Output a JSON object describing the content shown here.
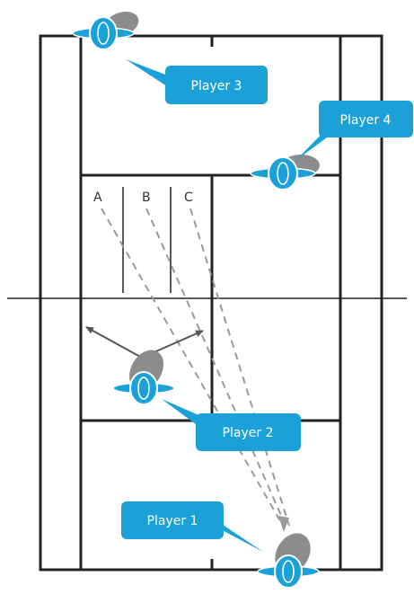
{
  "diagram": {
    "lanes": [
      {
        "letter": "A"
      },
      {
        "letter": "B"
      },
      {
        "letter": "C"
      }
    ],
    "players": [
      {
        "label": "Player 1"
      },
      {
        "label": "Player 2"
      },
      {
        "label": "Player 3"
      },
      {
        "label": "Player 4"
      }
    ],
    "colors": {
      "callout": "#1ba1d8",
      "player_body": "#1ba1d8",
      "player_shadow": "#8c8c8c",
      "court_line": "#222222",
      "shot_line": "#9a9a9a",
      "arrow": "#555555"
    }
  }
}
